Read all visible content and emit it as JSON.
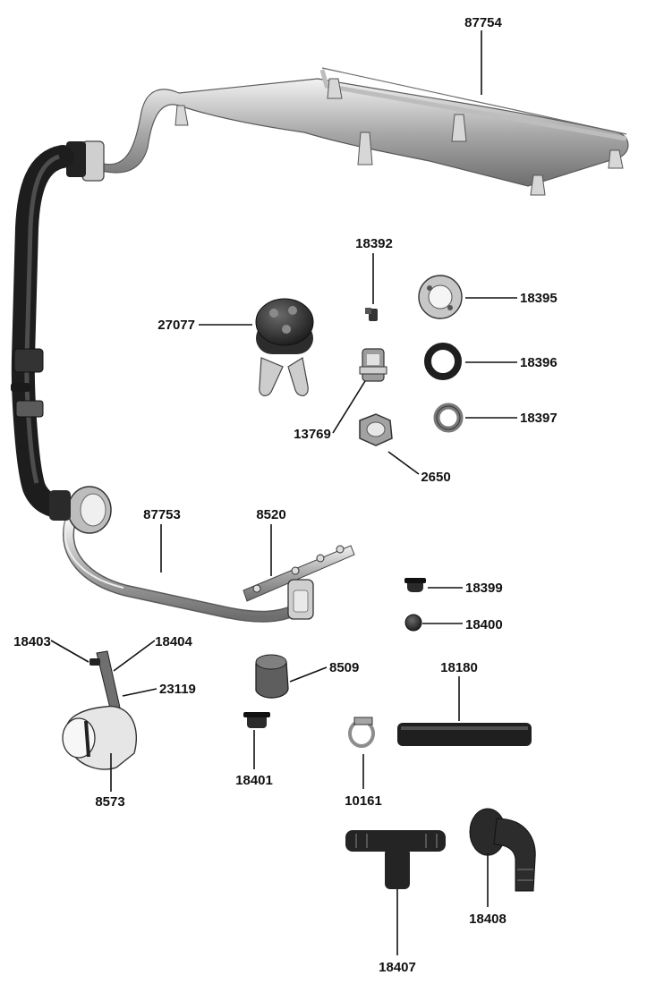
{
  "colors": {
    "metal": "#a9a9a9",
    "metal_dark": "#6e6e6e",
    "rubber": "#262626",
    "plastic": "#e3e3e3",
    "label": "#111111"
  },
  "parts": {
    "p87754": "87754",
    "p18392": "18392",
    "p18395": "18395",
    "p27077": "27077",
    "p18396": "18396",
    "p18397": "18397",
    "p13769": "13769",
    "p2650": "2650",
    "p87753": "87753",
    "p8520": "8520",
    "p18399": "18399",
    "p18400": "18400",
    "p18403": "18403",
    "p18404": "18404",
    "p23119": "23119",
    "p8509": "8509",
    "p18180": "18180",
    "p8573": "8573",
    "p18401": "18401",
    "p10161": "10161",
    "p18408": "18408",
    "p18407": "18407"
  }
}
